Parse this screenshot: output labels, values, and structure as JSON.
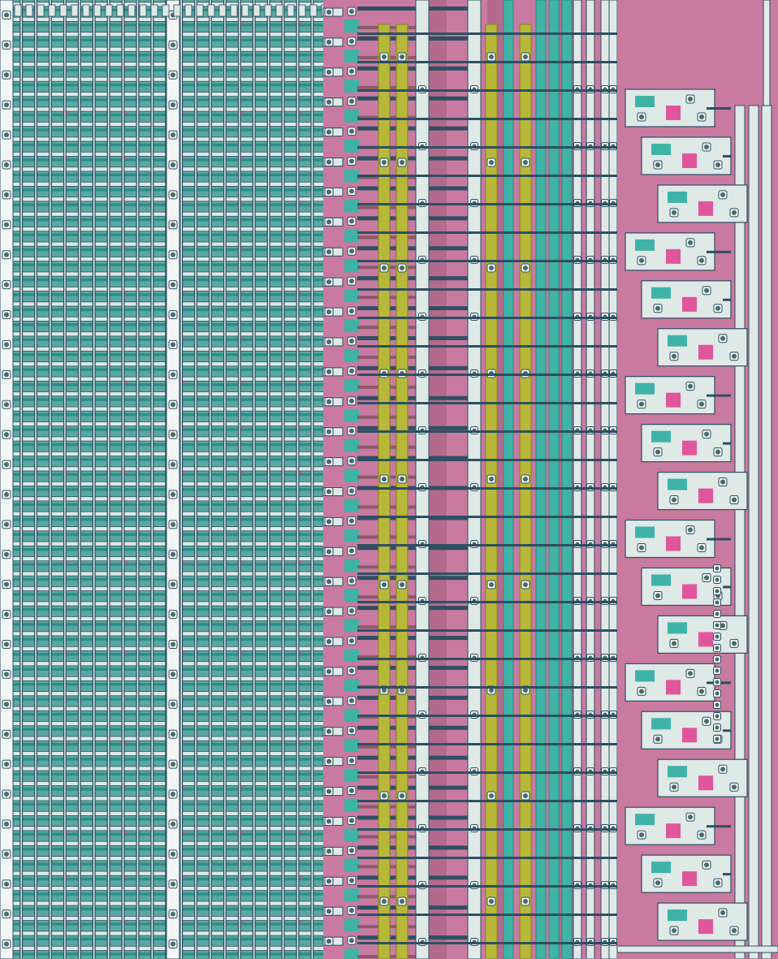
{
  "colors": {
    "substrate": "#c97aa0",
    "substrate_dark": "#b46a8d",
    "metal": "#dfe9e6",
    "metal_edge": "#2f4f63",
    "poly": "#3fb3a6",
    "poly_dark": "#2a8f86",
    "bus_metal": "#b7b83a",
    "bus_edge": "#8a8a20",
    "contact": "#4a6a6a",
    "contact_ring": "#eef4f2",
    "diffusion_pink": "#e0569c"
  },
  "array": {
    "rows": 64,
    "cols": 23
  },
  "buses": {
    "yellow_count": 4,
    "teal_count": 4,
    "white_count": 6
  },
  "logic": {
    "cells": 18
  }
}
